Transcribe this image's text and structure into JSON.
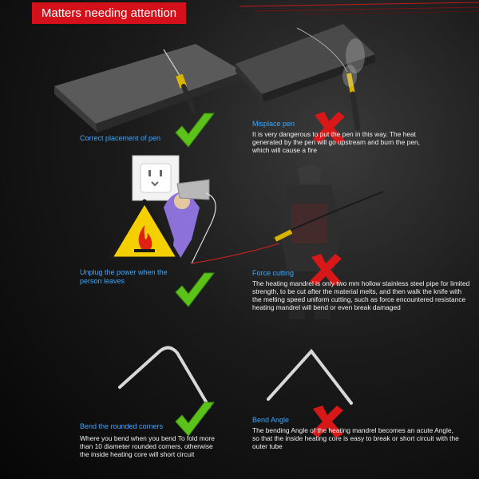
{
  "header": {
    "title": "Matters needing attention"
  },
  "panels": {
    "correct_placement": {
      "label": "Correct placement of pen"
    },
    "misplace": {
      "label": "Misplace pen",
      "text": "It is very dangerous to put the pen in this way. The heat generated by the pen will go upstream and burn the pen, which will cause a fire"
    },
    "unplug": {
      "label": "Unplug the power when the person leaves"
    },
    "force": {
      "label": "Force cutting",
      "text": "The heating mandrel is only two mm hollow stainless steel pipe for limited strength, to be cut after the material melts, and then walk the knife with the melting speed uniform cutting, such as force encountered resistance heating mandrel will bend or even break damaged"
    },
    "bend_rounded": {
      "label": "Bend the rounded corners",
      "text": "Where you bend when you bend To fold more than 10 diameter rounded corners, otherwise the inside heating core will short circuit"
    },
    "bend_angle": {
      "label": "Bend Angle",
      "text": "The bending Angle of the heating mandrel becomes an acute Angle, so that the inside heating core is easy to break or short circuit with the outer tube"
    }
  },
  "icons": {
    "correct": "check-mark-icon",
    "wrong": "x-mark-icon",
    "fire_warning": "fire-warning-icon",
    "power_socket": "power-socket-icon"
  },
  "colors": {
    "title_bg": "#d4101a",
    "label": "#39a8ff",
    "check": "#5cc21a",
    "cross": "#d81818",
    "warning": "#f5d000"
  }
}
